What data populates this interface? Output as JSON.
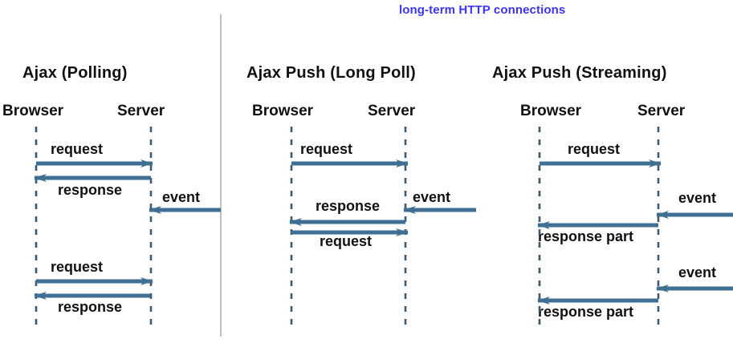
{
  "header": {
    "title": "long-term HTTP connections",
    "color": "#3a35f0"
  },
  "colors": {
    "arrow": "#3f6f92",
    "arrow_dark": "#2f5671",
    "lifeline": "#3d5a72",
    "divider": "#bfbfbf",
    "text": "#111111"
  },
  "panels": [
    {
      "title": "Ajax (Polling)",
      "actors": {
        "left": "Browser",
        "right": "Server"
      },
      "messages": [
        {
          "label": "request",
          "direction": "right",
          "label_pos": "above"
        },
        {
          "label": "response",
          "direction": "left",
          "label_pos": "below"
        },
        {
          "label": "event",
          "direction": "left",
          "label_pos": "above",
          "external": true
        },
        {
          "label": "request",
          "direction": "right",
          "label_pos": "above"
        },
        {
          "label": "response",
          "direction": "left",
          "label_pos": "below"
        }
      ]
    },
    {
      "title": "Ajax Push (Long Poll)",
      "actors": {
        "left": "Browser",
        "right": "Server"
      },
      "messages": [
        {
          "label": "request",
          "direction": "right",
          "label_pos": "above"
        },
        {
          "label": "event",
          "direction": "left",
          "label_pos": "above",
          "external": true
        },
        {
          "label": "response",
          "direction": "left",
          "label_pos": "above"
        },
        {
          "label": "request",
          "direction": "right",
          "label_pos": "below"
        }
      ]
    },
    {
      "title": "Ajax Push (Streaming)",
      "actors": {
        "left": "Browser",
        "right": "Server"
      },
      "messages": [
        {
          "label": "request",
          "direction": "right",
          "label_pos": "above"
        },
        {
          "label": "event",
          "direction": "left",
          "label_pos": "above",
          "external": true
        },
        {
          "label": "response part",
          "direction": "left",
          "label_pos": "below"
        },
        {
          "label": "event",
          "direction": "left",
          "label_pos": "above",
          "external": true
        },
        {
          "label": "response part",
          "direction": "left",
          "label_pos": "below"
        }
      ]
    }
  ]
}
